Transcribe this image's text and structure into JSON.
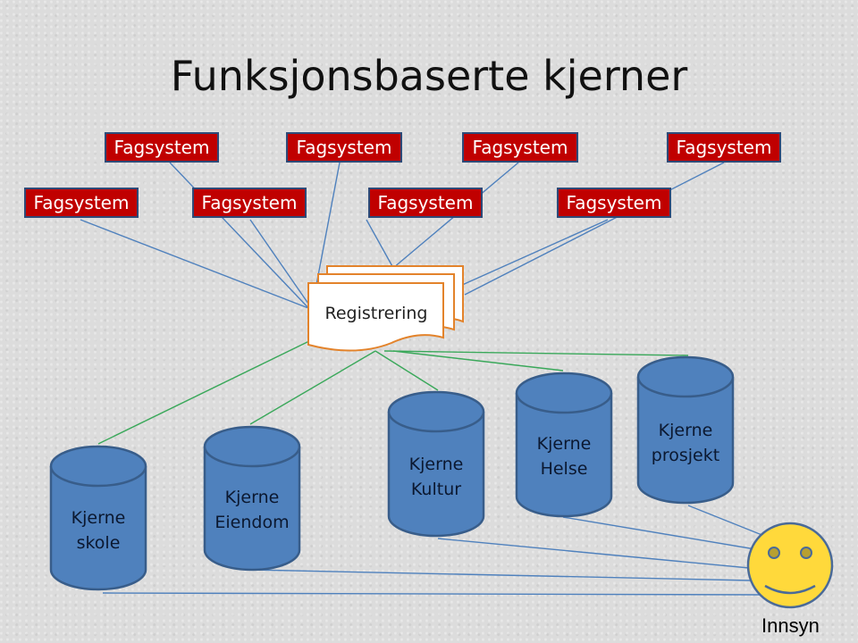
{
  "title": "Funksjonsbaserte kjerner",
  "fagsystem_top": [
    "Fagsystem",
    "Fagsystem",
    "Fagsystem",
    "Fagsystem"
  ],
  "fagsystem_bottom": [
    "Fagsystem",
    "Fagsystem",
    "Fagsystem",
    "Fagsystem"
  ],
  "registrering": "Registrering",
  "cores": [
    {
      "line1": "Kjerne",
      "line2": "skole"
    },
    {
      "line1": "Kjerne",
      "line2": "Eiendom"
    },
    {
      "line1": "Kjerne",
      "line2": "Kultur"
    },
    {
      "line1": "Kjerne",
      "line2": "Helse"
    },
    {
      "line1": "Kjerne",
      "line2": "prosjekt"
    }
  ],
  "innsyn": "Innsyn",
  "colors": {
    "fagsystem_fill": "#c00000",
    "cylinder_fill": "#4f81bd",
    "face_fill": "#ffd93b",
    "link_blue": "#4f81bd",
    "link_green": "#3aa85a",
    "document_border": "#e3832b"
  }
}
